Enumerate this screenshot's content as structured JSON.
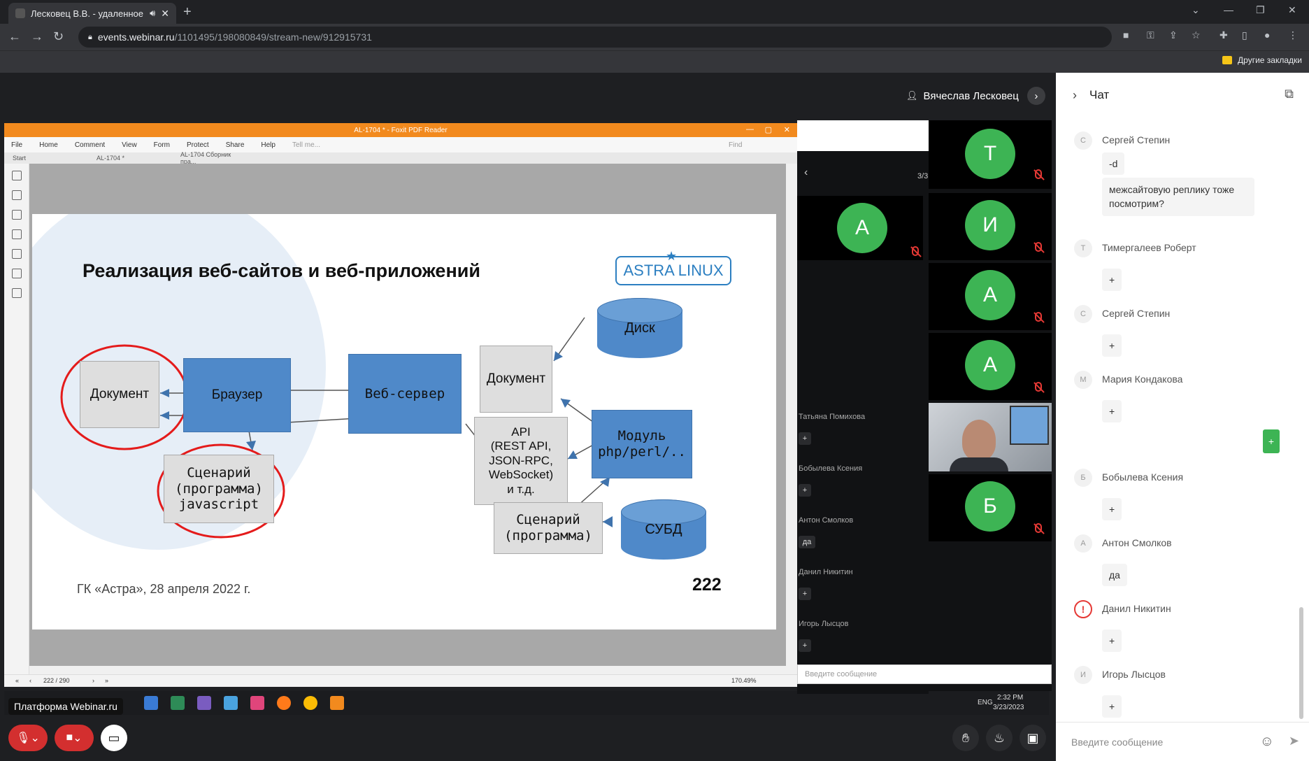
{
  "browser": {
    "tab_title": "Лесковец В.В. - удаленное",
    "url_host": "events.webinar.ru",
    "url_path": "/1101495/198080849/stream-new/912915731",
    "bookmarks_folder": "Другие закладки"
  },
  "webinar": {
    "presenter_name": "Вячеслав Лесковец",
    "platform_label": "Платформа Webinar.ru",
    "pager": "3/3",
    "participants": [
      {
        "initial": "Т"
      },
      {
        "initial": "И"
      },
      {
        "initial": "А"
      },
      {
        "initial": "А"
      },
      {
        "initial": "А"
      },
      {
        "initial": "Б"
      }
    ],
    "minichat": [
      {
        "name": "Татьяна Помихова",
        "text": "+"
      },
      {
        "name": "Бобылева Ксения",
        "text": "+"
      },
      {
        "name": "Антон Смолков",
        "text": "да"
      },
      {
        "name": "Данил Никитин",
        "text": "+"
      },
      {
        "name": "Игорь Лысцов",
        "text": "+"
      }
    ],
    "minichat_placeholder": "Введите сообщение"
  },
  "pdf": {
    "title": "AL-1704 * - Foxit PDF Reader",
    "menu": [
      "File",
      "Home",
      "Comment",
      "View",
      "Form",
      "Protect",
      "Share",
      "Help"
    ],
    "tell_me": "Tell me...",
    "find": "Find",
    "tabs": [
      "Start",
      "AL-1704 *",
      "AL-1704 Сборник пра..."
    ],
    "page_indicator": "222 / 290",
    "zoom": "170.49%"
  },
  "slide": {
    "title": "Реализация веб-сайтов и веб-приложений",
    "logo": "ASTRA LINUX",
    "doc_left": "Документ",
    "browser": "Браузер",
    "webserver": "Веб-сервер",
    "doc_right": "Документ",
    "disk": "Диск",
    "script_js_1": "Сценарий",
    "script_js_2": "(программа)",
    "script_js_3": "javascript",
    "api_1": "API",
    "api_2": "(REST API,",
    "api_3": "JSON-RPC,",
    "api_4": "WebSocket)",
    "api_5": "и т.д.",
    "module_1": "Модуль",
    "module_2": "php/perl/..",
    "script_2_1": "Сценарий",
    "script_2_2": "(программа)",
    "dbms": "СУБД",
    "footer": "ГК «Астра», 28 апреля 2022 г.",
    "page_number": "222"
  },
  "tray": {
    "lang": "ENG",
    "time": "2:32 PM",
    "date": "3/23/2023"
  },
  "chat": {
    "title": "Чат",
    "placeholder": "Введите сообщение",
    "messages": [
      {
        "initial": "С",
        "name": "Сергей Степин",
        "text": "-d"
      },
      {
        "text": "межсайтовую реплику тоже посмотрим?"
      },
      {
        "initial": "Т",
        "name": "Тимергалеев Роберт",
        "text": "+"
      },
      {
        "initial": "С",
        "name": "Сергей Степин",
        "text": "+"
      },
      {
        "initial": "М",
        "name": "Мария Кондакова",
        "text": "+"
      },
      {
        "initial": "Б",
        "name": "Бобылева Ксения",
        "text": "+"
      },
      {
        "initial": "А",
        "name": "Антон Смолков",
        "text": "да"
      },
      {
        "initial": "!",
        "name": "Данил Никитин",
        "text": "+"
      },
      {
        "initial": "И",
        "name": "Игорь Лысцов",
        "text": "+"
      }
    ]
  },
  "colors": {
    "accent_green": "#3db454",
    "foxit_orange": "#f28a1e",
    "mute_red": "#d32f2f",
    "slide_blue": "#4f89c9"
  }
}
